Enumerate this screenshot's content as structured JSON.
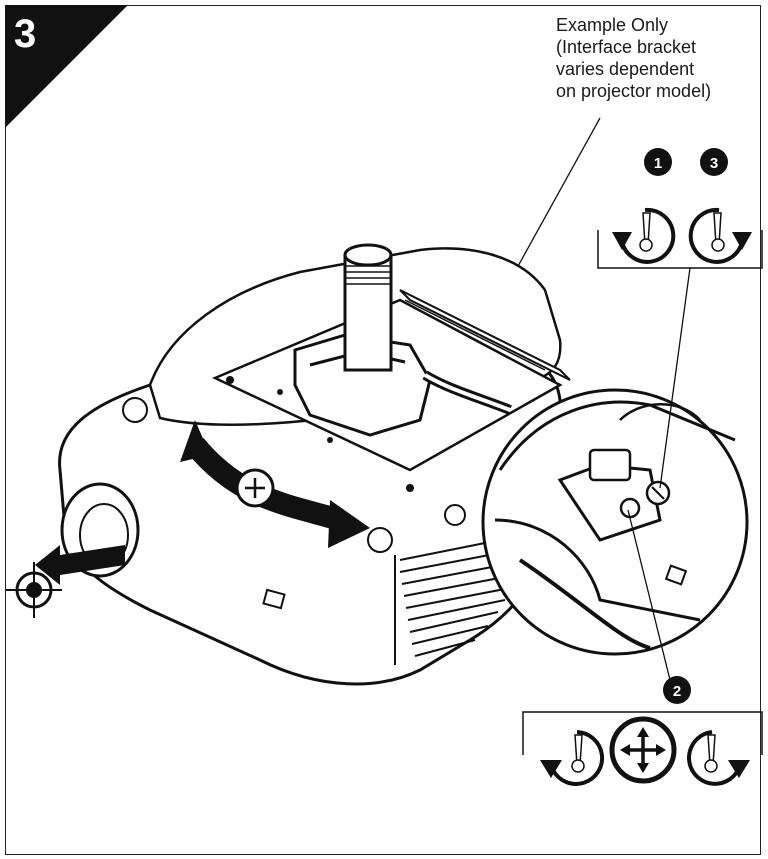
{
  "step": {
    "number": "3"
  },
  "note": {
    "lines": [
      "Example Only",
      "(Interface bracket",
      "varies dependent",
      "on projector model)"
    ]
  },
  "callouts": {
    "top_left_badge": "1",
    "top_right_badge": "3",
    "bottom_badge": "2"
  },
  "icons": [
    "rotate-counterclockwise-screw-icon",
    "rotate-clockwise-screw-icon",
    "move-all-directions-icon",
    "lens-target-icon",
    "rotation-arrow-icon"
  ],
  "colors": {
    "ink": "#111111",
    "paper": "#ffffff",
    "shade": "#555555"
  }
}
